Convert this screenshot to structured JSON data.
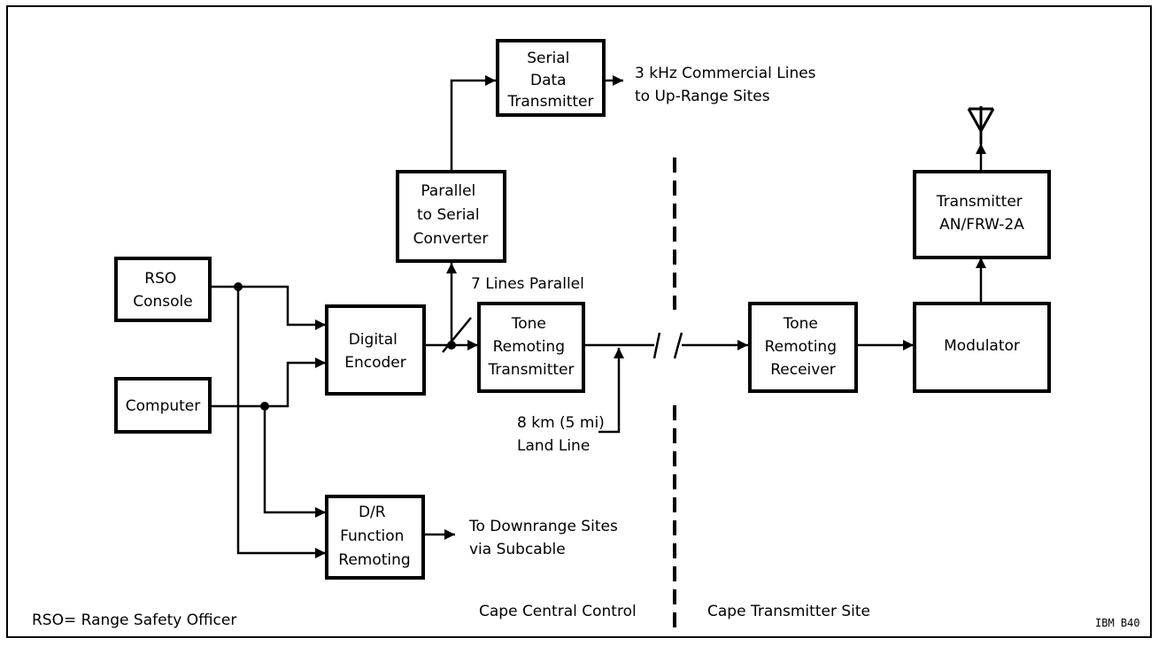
{
  "blocks": {
    "serial_tx": [
      "Serial",
      "Data",
      "Transmitter"
    ],
    "p2s": [
      "Parallel",
      "to Serial",
      "Converter"
    ],
    "rso": [
      "RSO",
      "Console"
    ],
    "computer": [
      "Computer"
    ],
    "encoder": [
      "Digital",
      "Encoder"
    ],
    "tone_tx": [
      "Tone",
      "Remoting",
      "Transmitter"
    ],
    "dr": [
      "D/R",
      "Function",
      "Remoting"
    ],
    "tone_rx": [
      "Tone",
      "Remoting",
      "Receiver"
    ],
    "modulator": [
      "Modulator"
    ],
    "transmitter": [
      "Transmitter",
      "AN/FRW-2A"
    ]
  },
  "labels": {
    "commercial": [
      "3 kHz Commercial Lines",
      "to Up-Range Sites"
    ],
    "parallel": "7 Lines Parallel",
    "landline": [
      "8 km (5 mi)",
      "Land Line"
    ],
    "downrange": [
      "To Downrange Sites",
      "via Subcable"
    ],
    "central": "Cape Central Control",
    "site": "Cape Transmitter Site",
    "legend": "RSO= Range Safety Officer",
    "figure_id": "IBM B40"
  }
}
